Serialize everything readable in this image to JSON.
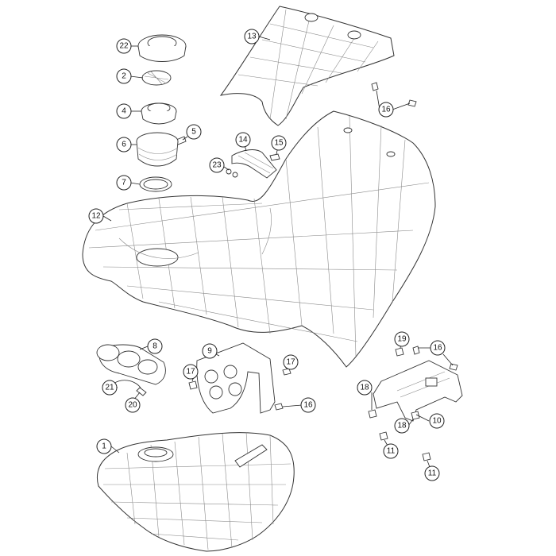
{
  "diagram": {
    "callouts": [
      {
        "id": "c22",
        "label": "22"
      },
      {
        "id": "c2",
        "label": "2"
      },
      {
        "id": "c4",
        "label": "4"
      },
      {
        "id": "c5",
        "label": "5"
      },
      {
        "id": "c6",
        "label": "6"
      },
      {
        "id": "c7",
        "label": "7"
      },
      {
        "id": "c12",
        "label": "12"
      },
      {
        "id": "c13",
        "label": "13"
      },
      {
        "id": "c14",
        "label": "14"
      },
      {
        "id": "c15",
        "label": "15"
      },
      {
        "id": "c16a",
        "label": "16"
      },
      {
        "id": "c23",
        "label": "23"
      },
      {
        "id": "c8",
        "label": "8"
      },
      {
        "id": "c9",
        "label": "9"
      },
      {
        "id": "c17a",
        "label": "17"
      },
      {
        "id": "c17b",
        "label": "17"
      },
      {
        "id": "c16b",
        "label": "16"
      },
      {
        "id": "c21",
        "label": "21"
      },
      {
        "id": "c20",
        "label": "20"
      },
      {
        "id": "c19",
        "label": "19"
      },
      {
        "id": "c16c",
        "label": "16"
      },
      {
        "id": "c18a",
        "label": "18"
      },
      {
        "id": "c10",
        "label": "10"
      },
      {
        "id": "c18b",
        "label": "18"
      },
      {
        "id": "c11a",
        "label": "11"
      },
      {
        "id": "c11b",
        "label": "11"
      },
      {
        "id": "c1",
        "label": "1"
      }
    ]
  }
}
